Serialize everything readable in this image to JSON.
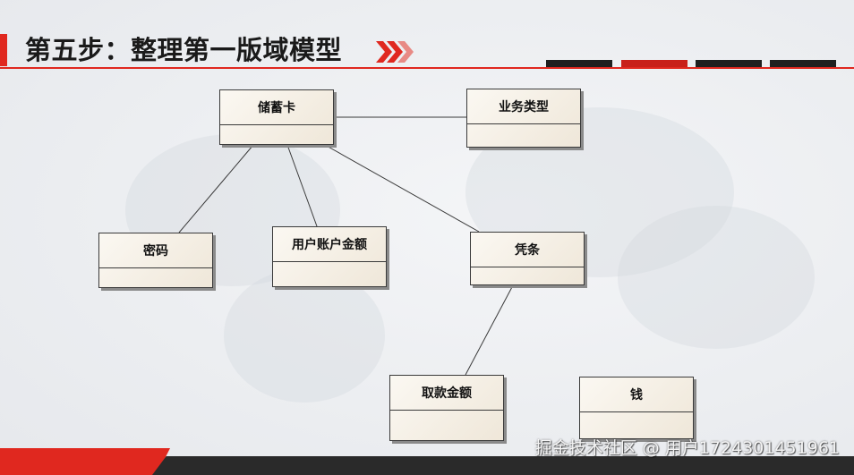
{
  "slide": {
    "title": "第五步：整理第一版域模型",
    "accent_color": "#e0281f",
    "tab_colors": [
      "#1f1f1f",
      "#c8201a",
      "#1f1f1f",
      "#1f1f1f"
    ]
  },
  "diagram": {
    "classes": [
      {
        "id": "chuxuka",
        "name": "储蓄卡"
      },
      {
        "id": "yewuleixing",
        "name": "业务类型"
      },
      {
        "id": "mima",
        "name": "密码"
      },
      {
        "id": "yonghuzhanghujine",
        "name": "用户账户金额"
      },
      {
        "id": "pingtiao",
        "name": "凭条"
      },
      {
        "id": "qukuanjine",
        "name": "取款金额"
      },
      {
        "id": "qian",
        "name": "钱"
      }
    ],
    "associations": [
      [
        "chuxuka",
        "yewuleixing"
      ],
      [
        "chuxuka",
        "mima"
      ],
      [
        "chuxuka",
        "yonghuzhanghujine"
      ],
      [
        "chuxuka",
        "pingtiao"
      ],
      [
        "pingtiao",
        "qukuanjine"
      ]
    ]
  },
  "footer": {
    "watermark": "掘金技术社区 @ 用户1724301451961"
  }
}
